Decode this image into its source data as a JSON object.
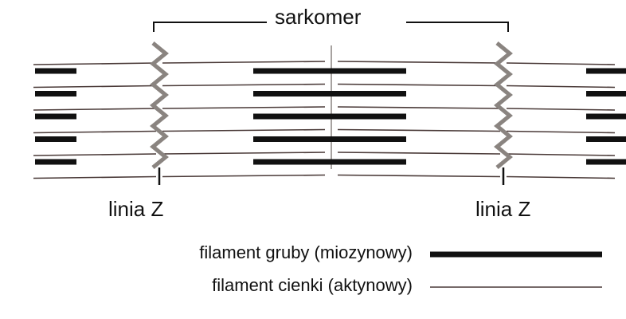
{
  "labels": {
    "title": "sarkomer",
    "z_line_left": "linia Z",
    "z_line_right": "linia Z"
  },
  "legend": [
    {
      "text": "filament gruby (miozynowy)",
      "kind": "thick"
    },
    {
      "text": "filament cienki (aktynowy)",
      "kind": "thin"
    }
  ],
  "colors": {
    "thick_filament": "#111111",
    "thin_filament": "#4a3a38",
    "z_disc": "#8a8480",
    "bracket": "#111111",
    "text": "#111111"
  },
  "diagram": {
    "filament_rows": 6
  }
}
